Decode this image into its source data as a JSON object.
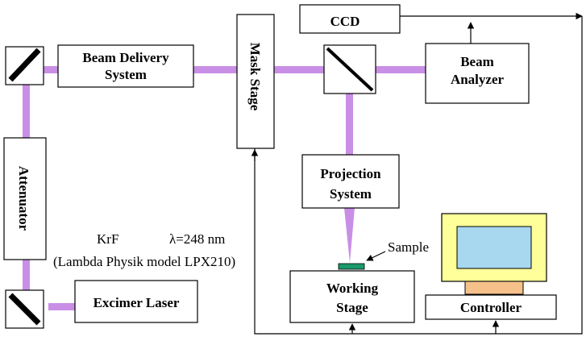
{
  "labels": {
    "beam_delivery_1": "Beam Delivery",
    "beam_delivery_2": "System",
    "mask_stage": "Mask Stage",
    "ccd": "CCD",
    "beam_analyzer_1": "Beam",
    "beam_analyzer_2": "Analyzer",
    "attenuator": "Attenuator",
    "projection_1": "Projection",
    "projection_2": "System",
    "sample": "Sample",
    "krf": "KrF",
    "wavelength": "λ=248 nm",
    "laser_model": "(Lambda Physik model LPX210)",
    "working_1": "Working",
    "working_2": "Stage",
    "excimer_laser": "Excimer Laser",
    "controller": "Controller"
  },
  "colors": {
    "beam": "#c98fe6",
    "sample": "#1a9a6a",
    "monitor_body": "#ffff99",
    "monitor_screen": "#a8d8f0",
    "monitor_base": "#f5c08a"
  }
}
